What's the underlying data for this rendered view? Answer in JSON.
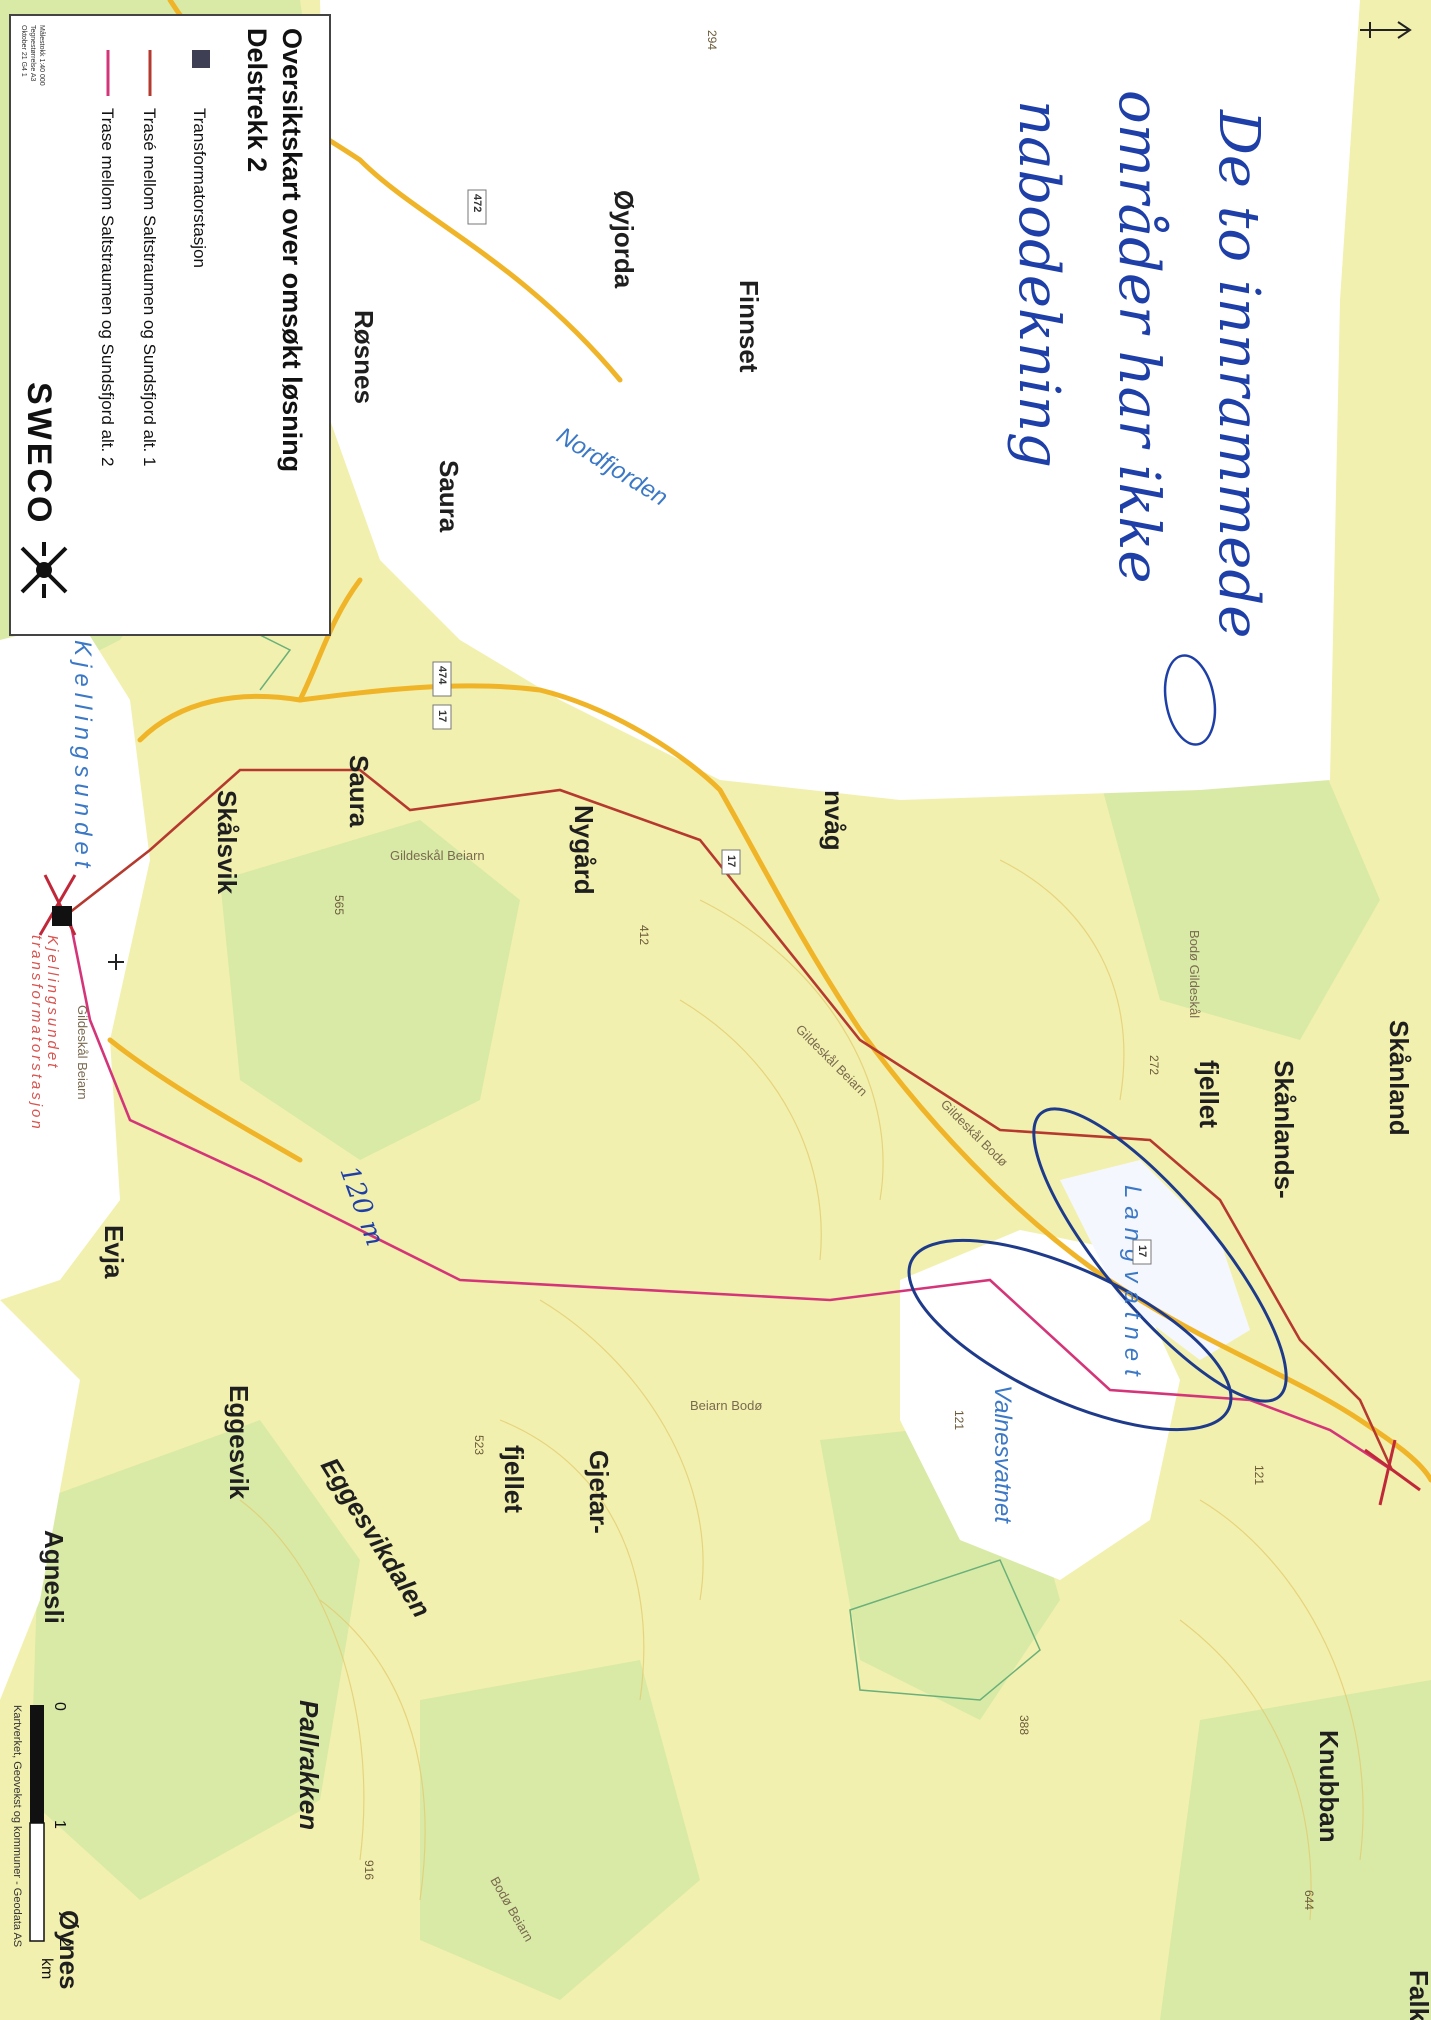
{
  "legend": {
    "title_line1": "Oversiktskart over omsøkt løsning",
    "title_line2": "Delstrekk 2",
    "item_station": "Transformatorstasjon",
    "item_alt1": "Trasé mellom Saltstraumen og Sundsfjord alt. 1",
    "item_alt2": "Trase mellom Saltstraumen og Sundsfjord alt. 2",
    "scale_note": "Målestokk 1:40 000",
    "size_note": "Tegnestørrelse A3",
    "date_note": "Oktober 21 G4 1",
    "logo": "SWECO"
  },
  "handwritten": {
    "line1": "De to innrammede",
    "line2": "områder har ikke",
    "line3": "nabodekning",
    "label_120m": "120 m"
  },
  "places": {
    "skanland": "Skånland",
    "knubban": "Knubban",
    "falk": "Falk",
    "oynes": "Øynes",
    "pallrakken": "Pallrakken",
    "agnesli": "Agnesli",
    "eggesvik": "Eggesvik",
    "eggesvikdalen": "Eggesvikdalen",
    "gjetar": "Gjetar-",
    "fjellet1": "fjellet",
    "skanlands": "Skånlands-",
    "fjellet2": "fjellet",
    "nygard": "Nygård",
    "saura1": "Saura",
    "saura2": "Saura",
    "skalsvik": "Skålsvik",
    "rosnes": "Røsnes",
    "oyjorda": "Øyjorda",
    "finnset": "Finnset",
    "nvag": "nvåg",
    "evja": "Evja"
  },
  "water": {
    "nordfjorden": "Nordfjorden",
    "langvatnet": "Langvatnet",
    "valnesvatnet": "Valnesvatnet",
    "kjellingsundet": "Kjellingsundet"
  },
  "station_label": {
    "line1": "Kjellingsundet",
    "line2": "transformatorstasjon"
  },
  "small_labels": {
    "gildeskal_beiarn1": "Gildeskål Beiarn",
    "gildeskal_beiarn2": "Gildeskål Beiarn",
    "gildeskal_bodo": "Gildeskål Bodø",
    "bodo_gildeskal": "Bodø Gildeskål",
    "beiarn_bodo": "Beiarn Bodø",
    "bodo_beiarn": "Bodø Beiarn",
    "gildeskal_small": "Gildeskål Beiarn"
  },
  "elevations": {
    "e294": "294",
    "e412": "412",
    "e565": "565",
    "e272": "272",
    "e523": "523",
    "e121a": "121",
    "e121b": "121",
    "e388": "388",
    "e644": "644",
    "e916": "916"
  },
  "roads": {
    "r472": "472",
    "r474": "474",
    "r17a": "17",
    "r17b": "17",
    "r17c": "17"
  },
  "scalebar": {
    "t0": "0",
    "t1": "1",
    "t2": "2",
    "unit": "km",
    "credit": "Kartverket, Geovekst og kommuner - Geodata AS"
  },
  "colors": {
    "alt1": "#b5392e",
    "alt2": "#d43579",
    "ink": "#1e3fa8",
    "road": "#f0b429",
    "land": "#f3f1a6",
    "forest": "#d2e7a2"
  }
}
